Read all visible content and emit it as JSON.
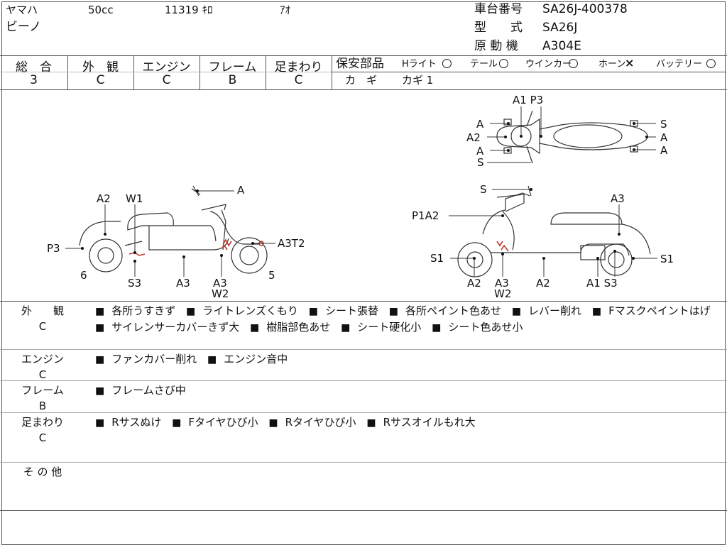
{
  "header": {
    "maker": "ヤマハ",
    "displacement": "50cc",
    "mileage": "11319 ｷﾛ",
    "color": "ｱｵ",
    "model_name": "ビーノ",
    "frame_no_label": "車台番号",
    "frame_no": "SA26J-400378",
    "type_label": "型　　式",
    "type_value": "SA26J",
    "engine_label": "原 動 機",
    "engine_value": "A304E"
  },
  "grades": {
    "total_label": "総　合",
    "total": "3",
    "exterior_label": "外　観",
    "exterior": "C",
    "engine_label": "エンジン",
    "engine": "C",
    "frame_label": "フレーム",
    "frame": "B",
    "suspension_label": "足まわり",
    "suspension": "C"
  },
  "safety": {
    "title": "保安部品",
    "headlight": "Hライト",
    "headlight_mark": "○",
    "tail": "テール",
    "tail_mark": "○",
    "winker": "ウインカー",
    "winker_mark": "○",
    "horn": "ホーン",
    "horn_mark": "×",
    "battery": "バッテリー",
    "battery_mark": "○",
    "key_label": "カ　ギ",
    "key_value": "カギ 1"
  },
  "diagram": {
    "top": {
      "a1p3": "A1 P3",
      "a_1": "A",
      "a2": "A2",
      "a_2": "A",
      "s_1": "S",
      "s_2": "S",
      "a_3": "A",
      "a_4": "A"
    },
    "left": {
      "a": "A",
      "a2": "A2",
      "w1": "W1",
      "p3": "P3",
      "a3t2": "A3T2",
      "n6": "6",
      "n5": "5",
      "s3": "S3",
      "a3": "A3",
      "a3b": "A3",
      "w2": "W2"
    },
    "right": {
      "s": "S",
      "a3": "A3",
      "p1a2": "P1A2",
      "s1l": "S1",
      "s1r": "S1",
      "a2a": "A2",
      "w2": "W2",
      "a2b": "A2",
      "a1s3": "A1 S3"
    }
  },
  "sections": [
    {
      "label": "外　　観",
      "grade": "C",
      "notes": [
        "各所うすきず",
        "ライトレンズくもり",
        "シート張替",
        "各所ペイント色あせ",
        "レバー削れ",
        "Fマスクペイントはげ",
        "サイレンサーカバーきず大",
        "樹脂部色あせ",
        "シート硬化小",
        "シート色あせ小"
      ]
    },
    {
      "label": "エンジン",
      "grade": "C",
      "notes": [
        "ファンカバー削れ",
        "エンジン音中"
      ]
    },
    {
      "label": "フレーム",
      "grade": "B",
      "notes": [
        "フレームさび中"
      ]
    },
    {
      "label": "足まわり",
      "grade": "C",
      "notes": [
        "Rサスぬけ",
        "Fタイヤひび小",
        "Rタイヤひび小",
        "Rサスオイルもれ大"
      ]
    },
    {
      "label": "そ の 他",
      "grade": "",
      "notes": []
    }
  ]
}
